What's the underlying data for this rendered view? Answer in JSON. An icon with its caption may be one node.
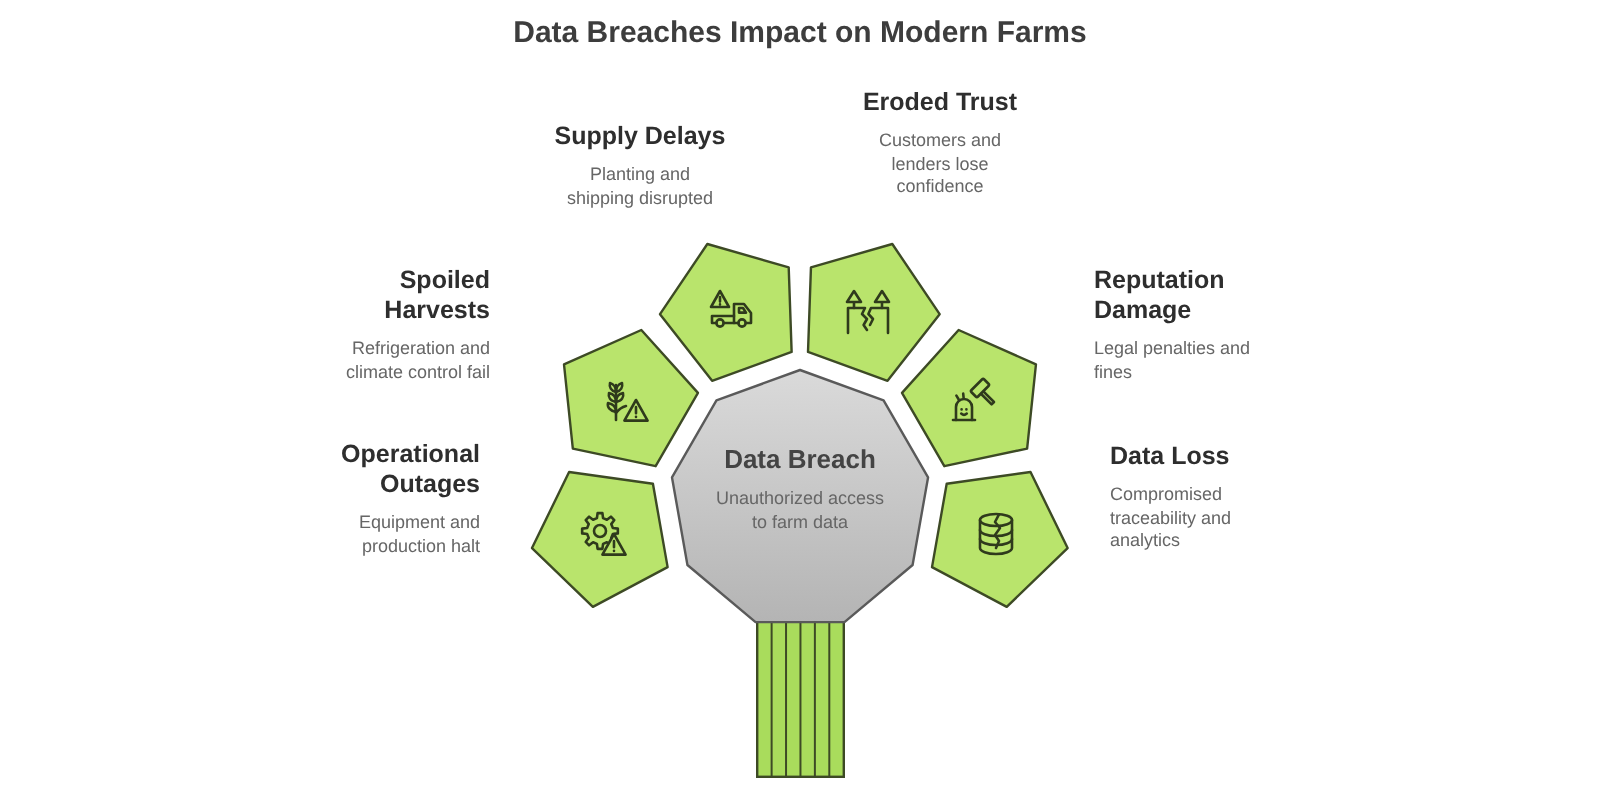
{
  "diagram": {
    "title": "Data Breaches Impact on Modern Farms",
    "nodes": [
      {
        "text": [
          "Data Breach",
          "Unauthorized access to farm data"
        ]
      },
      {
        "text": [
          "Operational Outages",
          "Equipment and production halt"
        ]
      },
      {
        "text": [
          "Spoiled Harvests",
          "Refrigeration and climate control fail"
        ]
      },
      {
        "text": [
          "Supply Delays",
          "Planting and shipping disrupted"
        ]
      },
      {
        "text": [
          "Eroded Trust",
          "Customers and lenders lose confidence"
        ]
      },
      {
        "text": [
          "Reputation Damage",
          "Legal penalties and fines"
        ]
      },
      {
        "text": [
          "Data Loss",
          "Compromised traceability and analytics"
        ]
      }
    ]
  }
}
